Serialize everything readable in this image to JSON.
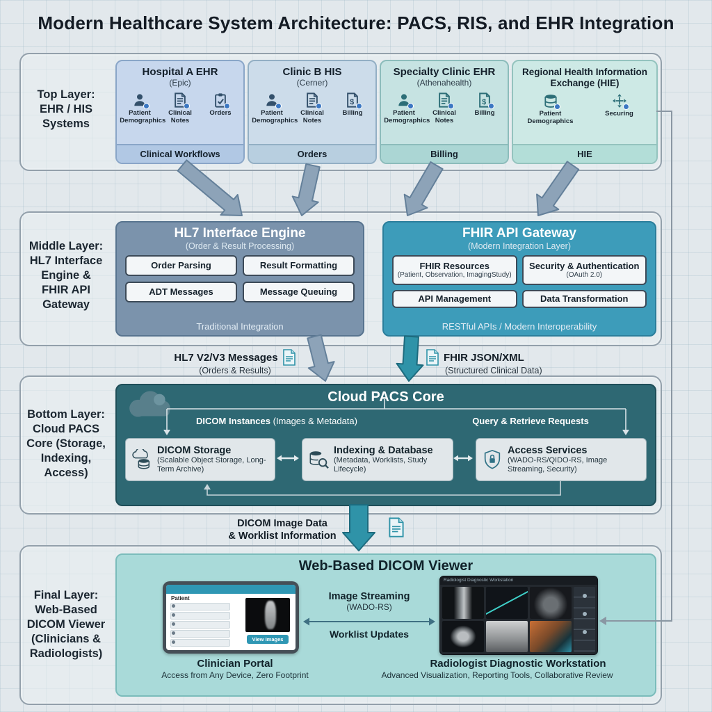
{
  "title": "Modern Healthcare System Architecture: PACS, RIS, and EHR Integration",
  "colors": {
    "accent_teal": "#2f93a8",
    "arrow_slate": "#8da3b8",
    "hl7_panel": "#7b93ac",
    "fhir_panel": "#3d9cba",
    "pacs_panel": "#2e6873",
    "viewer_panel": "#a9dad9"
  },
  "side": {
    "top": [
      "Top Layer:",
      "EHR / HIS",
      "Systems"
    ],
    "mid": [
      "Middle Layer:",
      "HL7 Interface",
      "Engine &",
      "FHIR API",
      "Gateway"
    ],
    "pacs": [
      "Bottom Layer:",
      "Cloud PACS",
      "Core (Storage,",
      "Indexing,",
      "Access)"
    ],
    "viewer": [
      "Final Layer:",
      "Web-Based",
      "DICOM Viewer",
      "(Clinicians &",
      "Radiologists)"
    ]
  },
  "top": {
    "cards": [
      {
        "title": "Hospital A EHR",
        "subtitle": "(Epic)",
        "items": [
          {
            "label": "Patient Demographics"
          },
          {
            "label": "Clinical Notes"
          },
          {
            "label": "Orders"
          }
        ],
        "footer": "Clinical Workflows"
      },
      {
        "title": "Clinic B HIS",
        "subtitle": "(Cerner)",
        "items": [
          {
            "label": "Patient Demographics"
          },
          {
            "label": "Clinical Notes"
          },
          {
            "label": "Billing"
          }
        ],
        "footer": "Orders"
      },
      {
        "title": "Specialty Clinic EHR",
        "subtitle": "(Athenahealth)",
        "items": [
          {
            "label": "Patient Demographics"
          },
          {
            "label": "Clinical Notes"
          },
          {
            "label": "Billing"
          }
        ],
        "footer": "Billing"
      },
      {
        "title": "Regional Health Information Exchange (HIE)",
        "subtitle": "",
        "items": [
          {
            "label": "Patient Demographics"
          },
          {
            "label": "Securing"
          }
        ],
        "footer": "HIE"
      }
    ]
  },
  "middle": {
    "hl7": {
      "title": "HL7 Interface Engine",
      "subtitle": "(Order & Result Processing)",
      "boxes": [
        "Order Parsing",
        "Result Formatting",
        "ADT Messages",
        "Message Queuing"
      ],
      "footer": "Traditional Integration"
    },
    "fhir": {
      "title": "FHIR API Gateway",
      "subtitle": "(Modern Integration Layer)",
      "boxes": [
        {
          "title": "FHIR Resources",
          "subtitle": "(Patient, Observation, ImagingStudy)"
        },
        {
          "title": "Security & Authentication",
          "subtitle": "(OAuth 2.0)"
        },
        {
          "title": "API Management",
          "subtitle": ""
        },
        {
          "title": "Data Transformation",
          "subtitle": ""
        }
      ],
      "footer": "RESTful APIs / Modern Interoperability"
    }
  },
  "messages": {
    "hl7": {
      "title": "HL7 V2/V3 Messages",
      "subtitle": "(Orders & Results)"
    },
    "fhir": {
      "title": "FHIR JSON/XML",
      "subtitle": "(Structured Clinical Data)"
    },
    "dicom": {
      "line1": "DICOM Image Data",
      "line2": "& Worklist Information"
    }
  },
  "pacs": {
    "title": "Cloud PACS Core",
    "flow_left": {
      "bold": "DICOM Instances",
      "rest": "(Images & Metadata)"
    },
    "flow_right": "Query & Retrieve Requests",
    "boxes": [
      {
        "title": "DICOM Storage",
        "subtitle": "(Scalable Object Storage, Long-Term Archive)"
      },
      {
        "title": "Indexing & Database",
        "subtitle": "(Metadata, Worklists, Study Lifecycle)"
      },
      {
        "title": "Access Services",
        "subtitle": "(WADO-RS/QIDO-RS, Image Streaming, Security)"
      }
    ]
  },
  "viewer": {
    "title": "Web-Based DICOM Viewer",
    "streaming": {
      "title": "Image Streaming",
      "subtitle": "(WADO-RS)"
    },
    "worklist": "Worklist Updates",
    "clinician": {
      "title": "Clinician Portal",
      "subtitle": "Access from Any Device, Zero Footprint",
      "screen_label": "Patient",
      "button": "View Images"
    },
    "radiologist": {
      "title": "Radiologist Diagnostic Workstation",
      "subtitle": "Advanced Visualization, Reporting Tools, Collaborative Review",
      "bar_text": "Radiologist Diagnostic Workstation"
    }
  }
}
